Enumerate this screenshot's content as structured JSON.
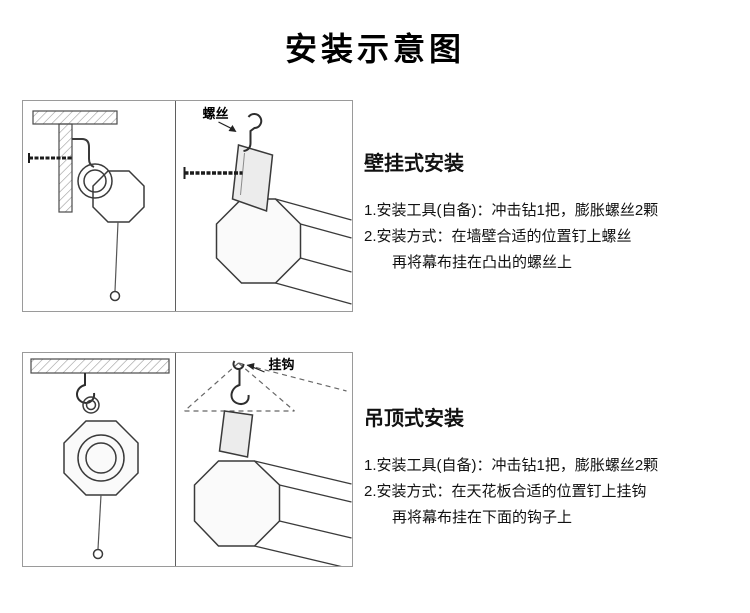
{
  "page": {
    "title": "安装示意图"
  },
  "sections": [
    {
      "heading": "壁挂式安装",
      "diagram_label": "螺丝",
      "lines": [
        "1.安装工具(自备)：冲击钻1把，膨胀螺丝2颗",
        "2.安装方式：在墙壁合适的位置钉上螺丝",
        "再将幕布挂在凸出的螺丝上"
      ]
    },
    {
      "heading": "吊顶式安装",
      "diagram_label": "挂钩",
      "lines": [
        "1.安装工具(自备)：冲击钻1把，膨胀螺丝2颗",
        "2.安装方式：在天花板合适的位置钉上挂钩",
        "再将幕布挂在下面的钩子上"
      ]
    }
  ]
}
